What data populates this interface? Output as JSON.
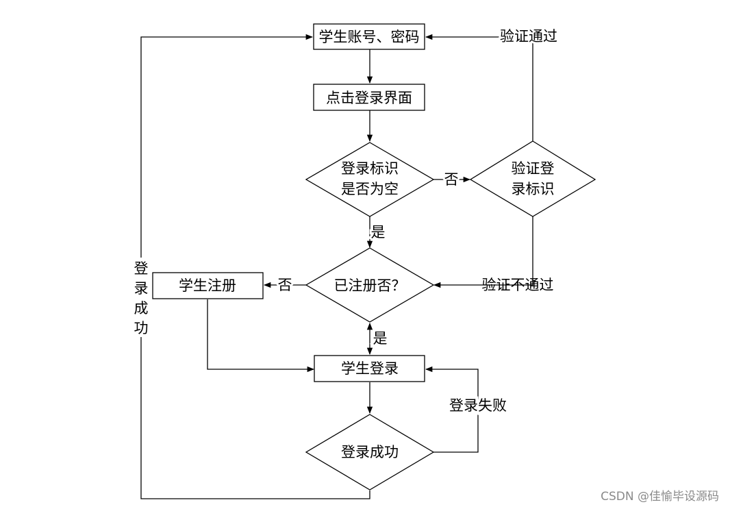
{
  "nodes": {
    "account_password": "学生账号、密码",
    "click_login_page": "点击登录界面",
    "login_flag_empty_line1": "登录标识",
    "login_flag_empty_line2": "是否为空",
    "verify_flag_line1": "验证登",
    "verify_flag_line2": "录标识",
    "registered_q": "已注册否？",
    "student_register": "学生注册",
    "student_login": "学生登录",
    "login_success": "登录成功"
  },
  "edge_labels": {
    "verify_pass": "验证通过",
    "no_1": "否",
    "yes_1": "是",
    "verify_fail": "验证不通过",
    "no_2": "否",
    "yes_2": "是",
    "login_fail": "登录失败",
    "login_success_vertical": [
      "登",
      "录",
      "成",
      "功"
    ]
  },
  "watermark": "CSDN @佳愉毕设源码"
}
